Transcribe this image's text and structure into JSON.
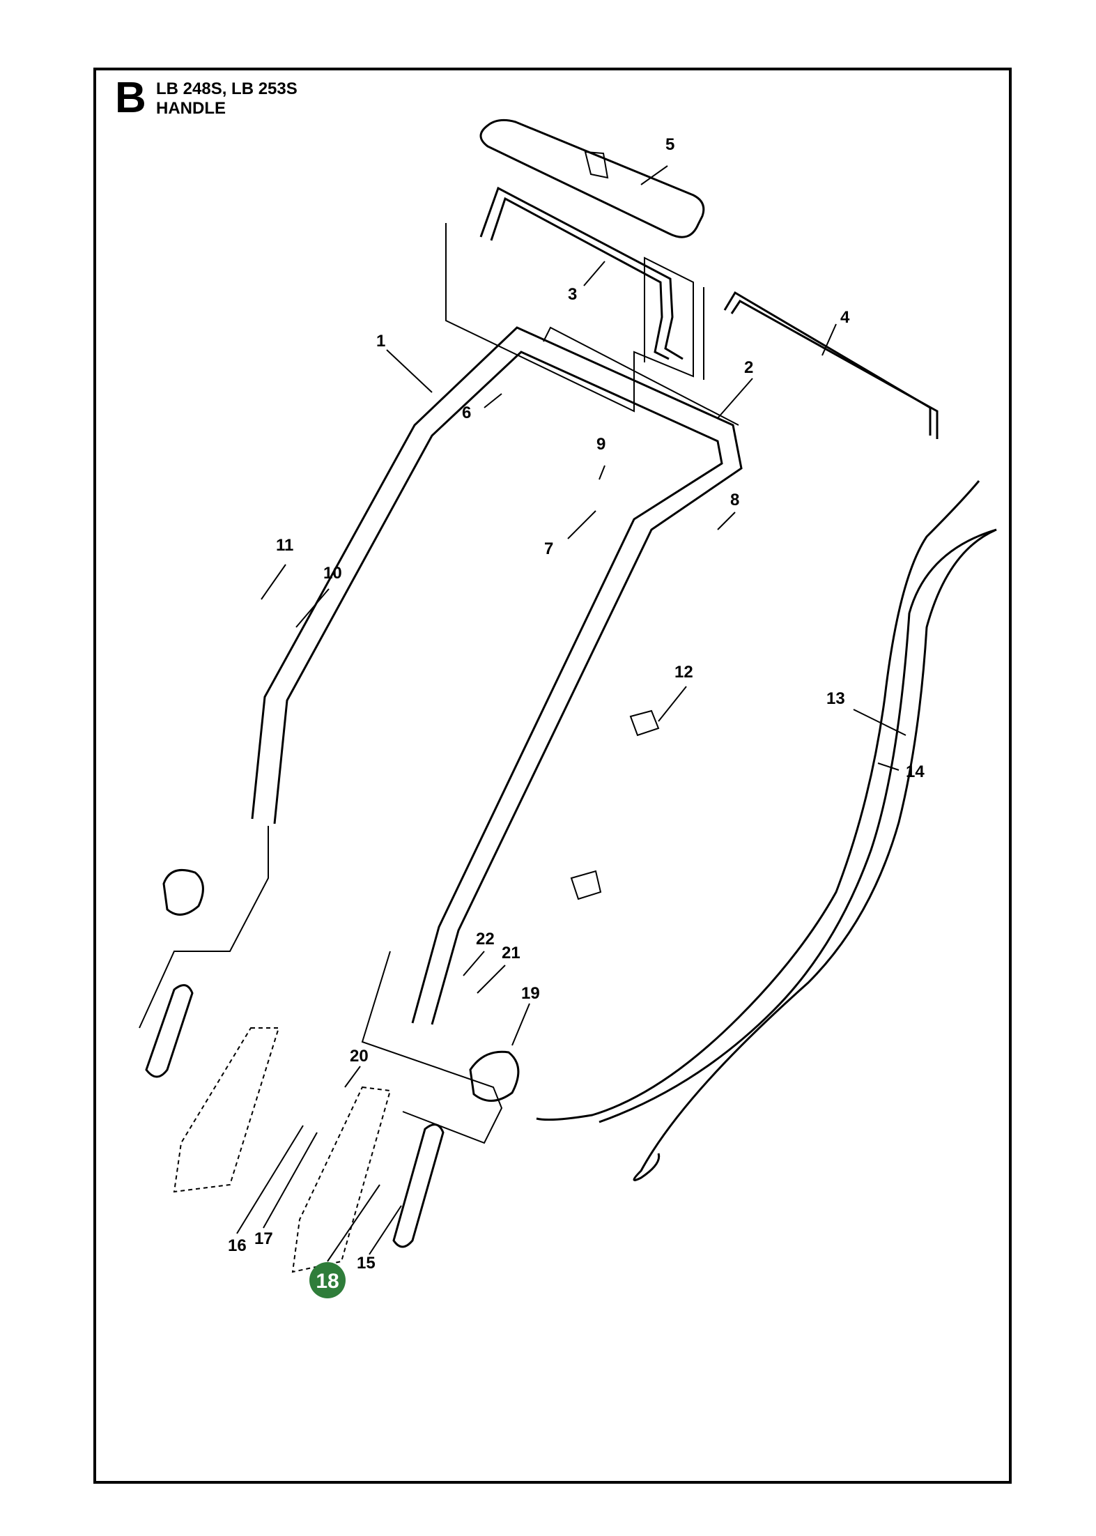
{
  "header": {
    "letter": "B",
    "models": "LB 248S, LB 253S",
    "section": "HANDLE"
  },
  "colors": {
    "line": "#000000",
    "highlight": "#2f7d3a",
    "highlight_text": "#ffffff"
  },
  "parts": [
    "1",
    "2",
    "3",
    "4",
    "5",
    "6",
    "7",
    "8",
    "9",
    "10",
    "11",
    "12",
    "13",
    "14",
    "15",
    "16",
    "17",
    "19",
    "20",
    "21",
    "22"
  ],
  "highlighted_part": "18"
}
